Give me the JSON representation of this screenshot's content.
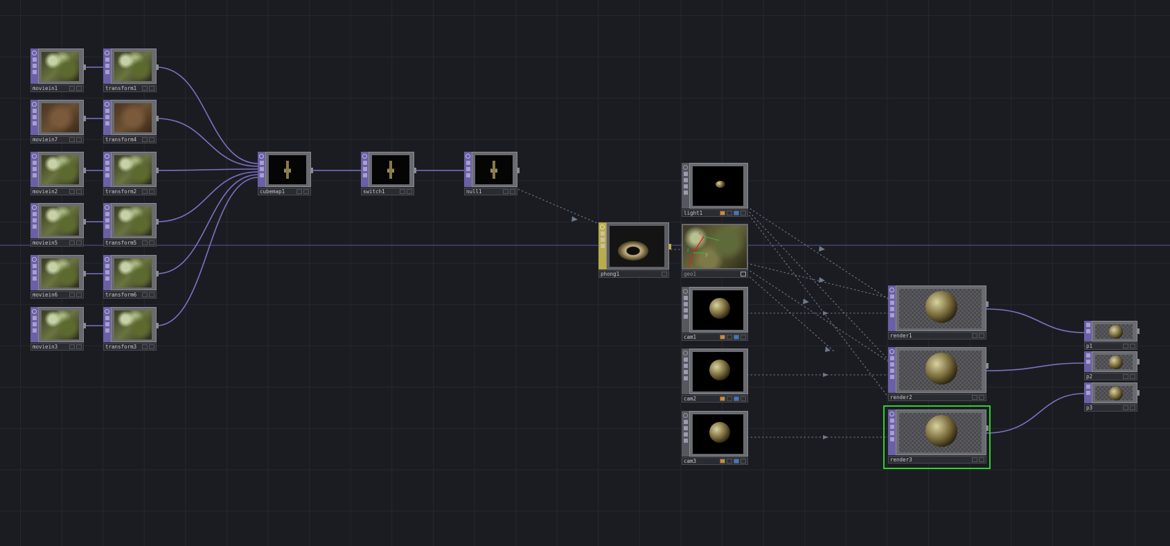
{
  "app": "TouchDesigner network editor",
  "colors": {
    "background": "#1b1c21",
    "grid": "#262830",
    "wire": "#7c72c8",
    "reference_wire": "#6e7a8c",
    "top_family": "#6b5fa6",
    "mat_family": "#b9ac4a",
    "selection": "#2fd12f"
  },
  "nodes": {
    "moviein1": "moviein1",
    "moviein7": "moviein7",
    "moviein2": "moviein2",
    "moviein5": "moviein5",
    "moviein6": "moviein6",
    "moviein3": "moviein3",
    "transform1": "transform1",
    "transform4": "transform4",
    "transform2": "transform2",
    "transform5": "transform5",
    "transform6": "transform6",
    "transform3": "transform3",
    "cubemap1": "cubemap1",
    "switch1": "switch1",
    "null1": "null1",
    "phong1": "phong1",
    "light1": "light1",
    "geo1": "geo1",
    "cam1": "cam1",
    "cam2": "cam2",
    "cam3": "cam3",
    "render1": "render1",
    "render2": "render2",
    "render3": "render3",
    "p1": "p1",
    "p2": "p2",
    "p3": "p3"
  },
  "selected_node": "render3",
  "geo_axes": {
    "x": "x",
    "y": "y",
    "z": "z"
  }
}
